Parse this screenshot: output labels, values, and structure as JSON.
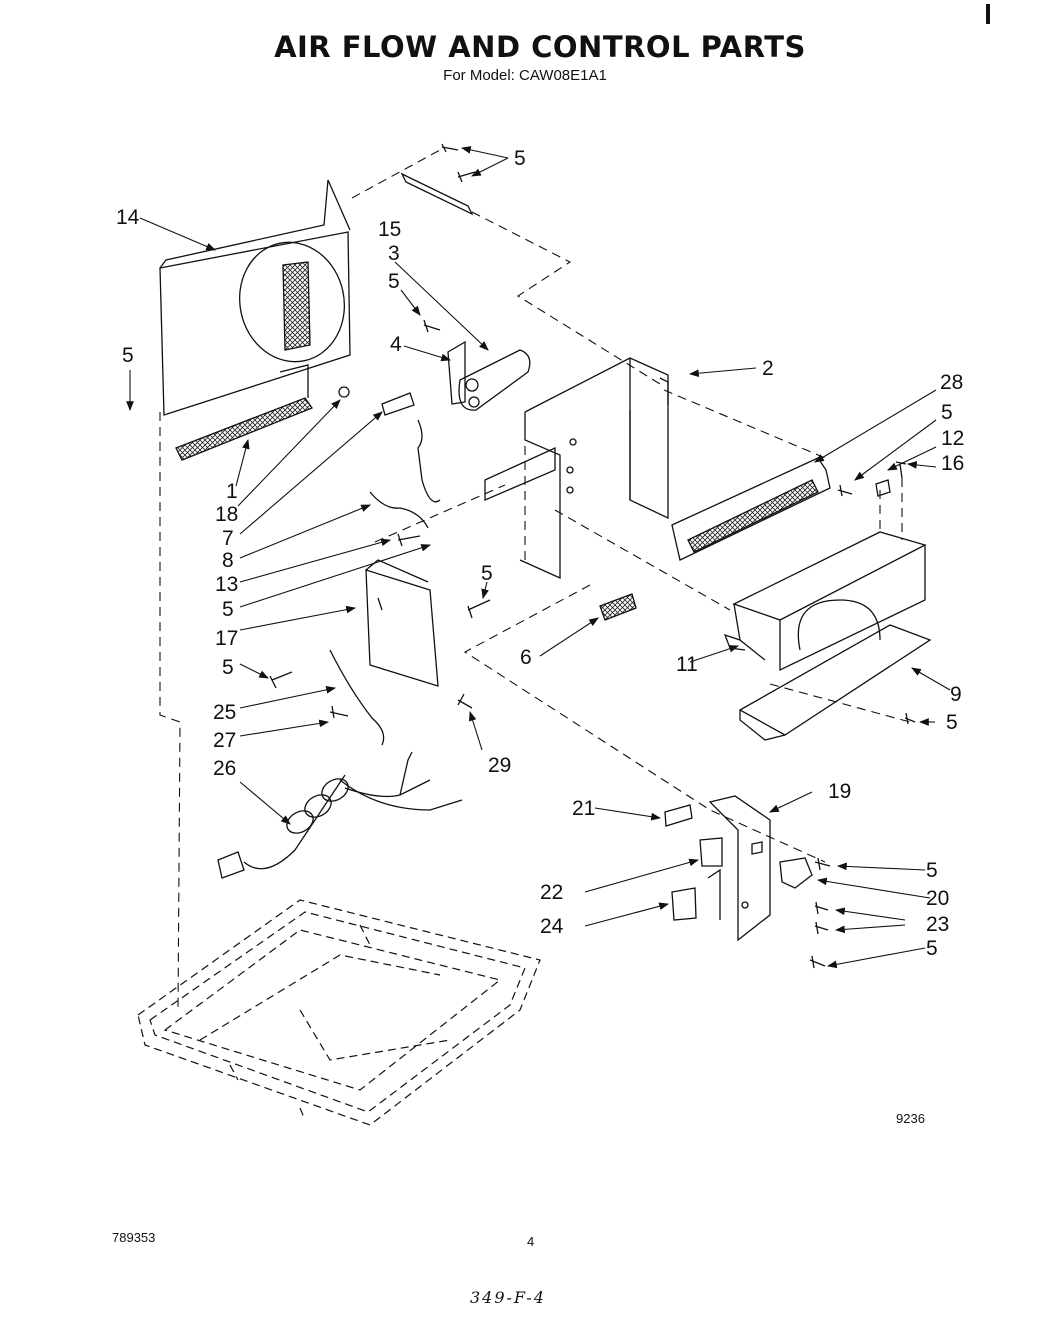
{
  "title": "AIR FLOW AND CONTROL PARTS",
  "subtitle": "For Model: CAW08E1A1",
  "drawing_number": "9236",
  "document_number": "789353",
  "page_number": "4",
  "handwritten_note": "349-F-4",
  "callouts": {
    "c1": "1",
    "c2": "2",
    "c3": "3",
    "c4": "4",
    "c5a": "5",
    "c5b": "5",
    "c5c": "5",
    "c5d": "5",
    "c5e": "5",
    "c5f": "5",
    "c5g": "5",
    "c5h": "5",
    "c5i": "5",
    "c6": "6",
    "c7": "7",
    "c8": "8",
    "c9": "9",
    "c11": "11",
    "c12": "12",
    "c13": "13",
    "c14": "14",
    "c15": "15",
    "c16": "16",
    "c17": "17",
    "c18": "18",
    "c19": "19",
    "c20": "20",
    "c21": "21",
    "c22": "22",
    "c23": "23",
    "c24": "24",
    "c25": "25",
    "c26": "26",
    "c27": "27",
    "c28": "28",
    "c29": "29"
  }
}
